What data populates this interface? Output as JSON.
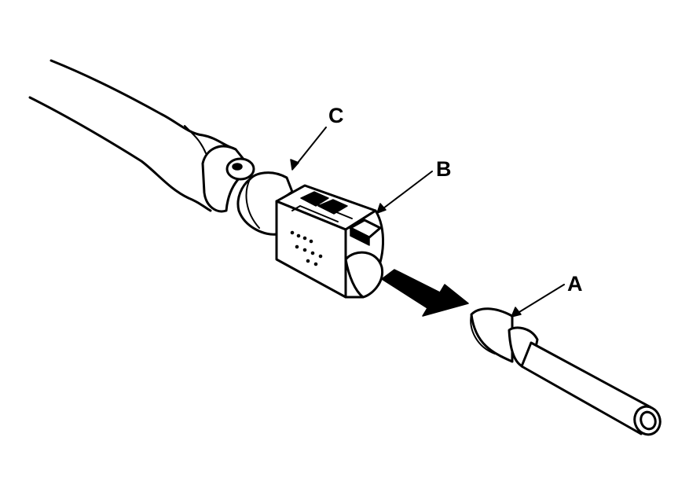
{
  "callouts": {
    "a": {
      "label": "A"
    },
    "b": {
      "label": "B"
    },
    "c": {
      "label": "C"
    }
  },
  "colors": {
    "ink": "#000000",
    "paper": "#ffffff"
  }
}
